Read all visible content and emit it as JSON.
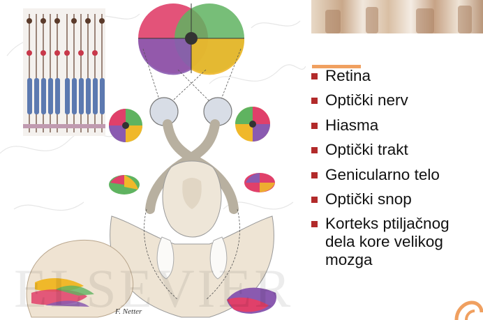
{
  "bullets": [
    {
      "text": "Retina"
    },
    {
      "text": "Optički nerv"
    },
    {
      "text": "Hiasma"
    },
    {
      "text": "Optički trakt"
    },
    {
      "text": "Genicularno telo"
    },
    {
      "text": "Optički snop"
    },
    {
      "text": "Korteks ptiljačnog\ndela kore velikog\nmozga"
    }
  ],
  "illustration": {
    "watermark": "ELSEVIER",
    "signature": "F. Netter"
  },
  "colors": {
    "bullet": "#b22a2a",
    "accent_rule": "#f0a060",
    "field_red": "#e0406a",
    "field_green": "#5fb360",
    "field_purple": "#8a5ab0",
    "field_yellow": "#f0b82a"
  }
}
